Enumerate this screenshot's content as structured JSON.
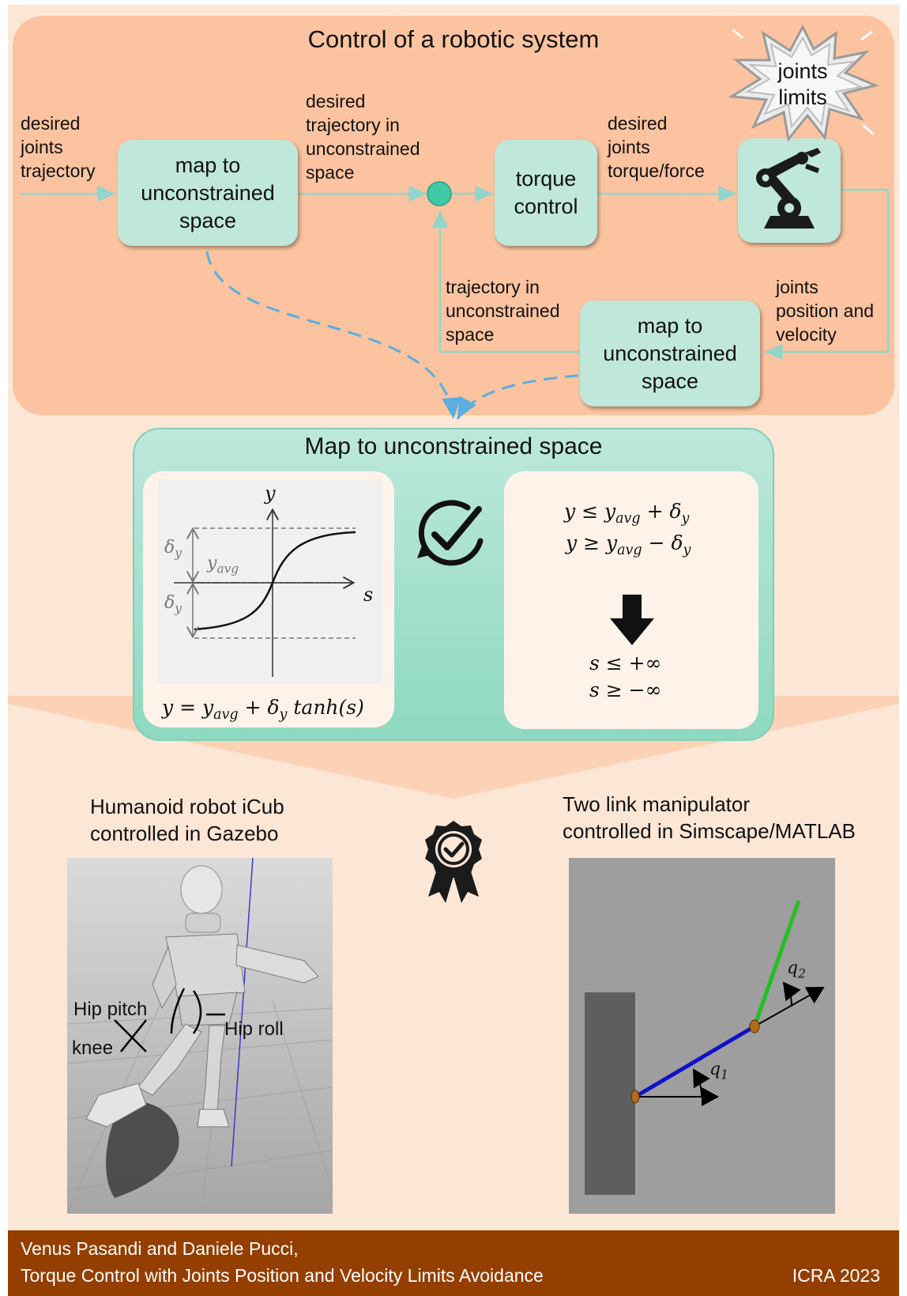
{
  "top": {
    "title": "Control of a robotic system",
    "starburst": "joints\nlimits",
    "in_label": "desired\njoints\ntrajectory",
    "map_box_1": "map to\nunconstrained\nspace",
    "mid_label": "desired\ntrajectory in\nunconstrained\nspace",
    "torque_box": "torque\ncontrol",
    "torque_label": "desired\njoints\ntorque/force",
    "feedback_label": "trajectory in\nunconstrained\nspace",
    "map_box_2": "map to\nunconstrained\nspace",
    "joints_label": "joints\nposition and\nvelocity"
  },
  "map": {
    "title": "Map to unconstrained space",
    "plot_y": "y",
    "plot_s": "s",
    "plot_delta": "δ",
    "plot_delta_sub": "y",
    "plot_yavg": "y",
    "plot_yavg_sub": "avg",
    "formula_parts": [
      "y = y",
      "avg",
      " + δ",
      "y",
      " tanh(s)"
    ],
    "ineq1": [
      "y  ≤ y",
      "avg",
      " + δ",
      "y"
    ],
    "ineq2": [
      "y ≥ y",
      "avg",
      " − δ",
      "y"
    ],
    "result1": "s ≤ +∞",
    "result2": "s ≥ −∞"
  },
  "left_demo": {
    "caption": "Humanoid robot iCub\ncontrolled in Gazebo",
    "hip_pitch": "Hip pitch",
    "hip_roll": "Hip roll",
    "knee": "knee"
  },
  "right_demo": {
    "caption": "Two link manipulator\ncontrolled in Simscape/MATLAB",
    "q1": "q",
    "q1_sub": "1",
    "q2": "q",
    "q2_sub": "2"
  },
  "footer": {
    "authors": "Venus Pasandi and Daniele Pucci,",
    "paper_title": "Torque Control with Joints Position and Velocity Limits Avoidance",
    "venue": "ICRA 2023"
  },
  "colors": {
    "top_panel": "#fbc39f",
    "box": "#bfe7da",
    "flow_line": "#8fd6cc",
    "dash_line": "#5aaee0",
    "summing_node": "#3fc9a5",
    "footer": "#943e00",
    "link1": "#1010c8",
    "link2": "#22c022"
  },
  "icons": [
    "starburst-icon",
    "robot-arm-icon",
    "check-cycle-icon",
    "down-arrow-icon",
    "award-badge-icon"
  ]
}
